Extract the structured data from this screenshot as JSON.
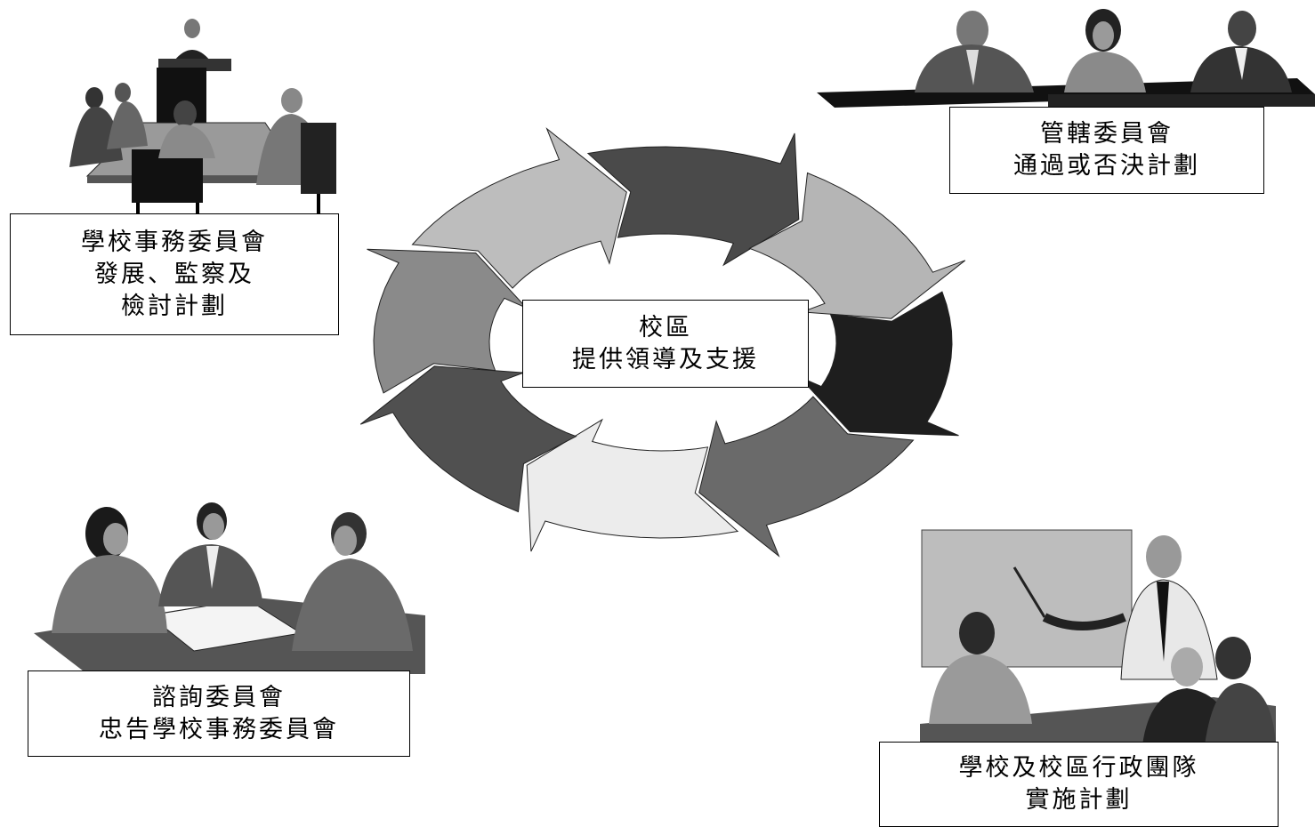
{
  "center": {
    "line1": "校區",
    "line2": "提供領導及支援"
  },
  "boxes": {
    "school_council": {
      "line1": "學校事務委員會",
      "line2": "發展、監察及",
      "line3": "檢討計劃"
    },
    "governing_committee": {
      "line1": "管轄委員會",
      "line2": "通過或否決計劃"
    },
    "advisory_committee": {
      "line1": "諮詢委員會",
      "line2": "忠告學校事務委員會"
    },
    "admin_team": {
      "line1": "學校及校區行政團隊",
      "line2": "實施計劃"
    }
  },
  "cycle_colors": [
    "#bdbdbd",
    "#4a4a4a",
    "#b5b5b5",
    "#1e1e1e",
    "#6a6a6a",
    "#ececec",
    "#505050",
    "#8a8a8a"
  ]
}
